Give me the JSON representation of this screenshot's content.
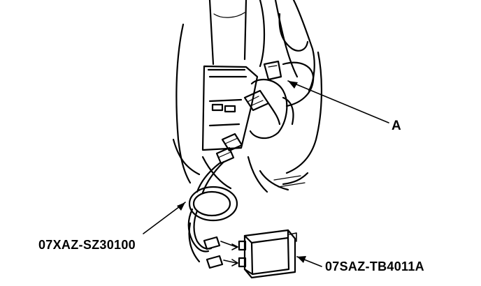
{
  "callouts": {
    "connector_label": "A",
    "lead_part_number": "07XAZ-SZ30100",
    "unit_part_number": "07SAZ-TB4011A"
  },
  "colors": {
    "line": "#000000",
    "background": "#ffffff"
  }
}
